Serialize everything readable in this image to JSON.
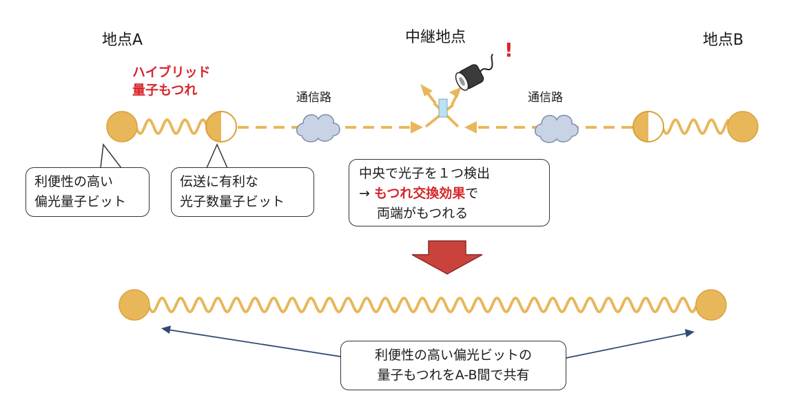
{
  "site_a": "地点A",
  "relay": "中継地点",
  "site_b": "地点B",
  "hybrid_label": [
    "ハイブリッド",
    "量子もつれ"
  ],
  "exclamation": "!",
  "channel_left": "通信路",
  "channel_right": "通信路",
  "callout_polarization": [
    "利便性の高い",
    "偏光量子ビット"
  ],
  "callout_photon_number": [
    "伝送に有利な",
    "光子数量子ビット"
  ],
  "relay_box": {
    "line1": "中央で光子を１つ検出",
    "line2_arrow": "→",
    "line2_highlight": "もつれ交換効果",
    "line2_suffix": "で",
    "line3": "両端がもつれる"
  },
  "result_box": [
    "利便性の高い偏光ビットの",
    "量子もつれをA-B間で共有"
  ],
  "colors": {
    "photon": "#e8b75a",
    "photon_edge": "#d9a23f",
    "cloud": "#c9d3e6",
    "cloud_edge": "#7c8aa6",
    "big_arrow": "#c9433c",
    "big_arrow_edge": "#8a2a25",
    "pointer": "#2f4a75",
    "highlight": "#d6262b"
  }
}
